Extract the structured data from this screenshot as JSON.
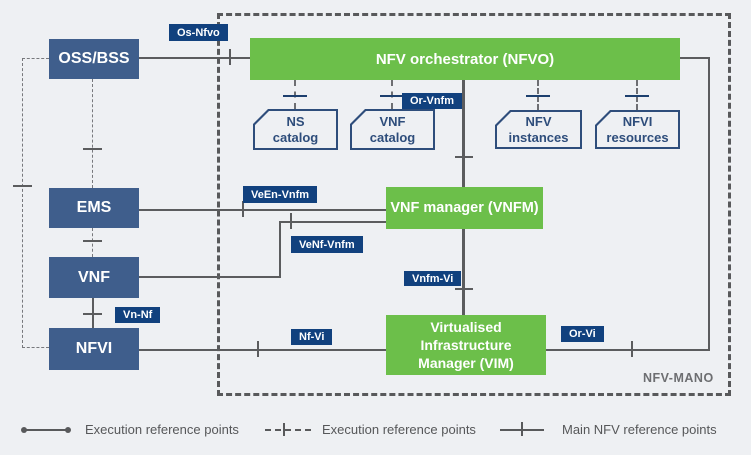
{
  "diagram": {
    "mano_label": "NFV-MANO",
    "boxes": {
      "oss_bss": "OSS/BSS",
      "ems": "EMS",
      "vnf": "VNF",
      "nfvi": "NFVI",
      "nfvo": "NFV orchestrator (NFVO)",
      "vnfm": "VNF manager (VNFM)",
      "vim_line1": "Virtualised",
      "vim_line2": "Infrastructure",
      "vim_line3": "Manager (VIM)"
    },
    "catalogs": [
      {
        "line1": "NS",
        "line2": "catalog"
      },
      {
        "line1": "VNF",
        "line2": "catalog"
      },
      {
        "line1": "NFV",
        "line2": "instances"
      },
      {
        "line1": "NFVI",
        "line2": "resources"
      }
    ],
    "ref_points": {
      "os_nfvo": "Os-Nfvo",
      "or_vnfm": "Or-Vnfm",
      "veen_vnfm": "VeEn-Vnfm",
      "venf_vnfm": "VeNf-Vnfm",
      "vn_nf": "Vn-Nf",
      "nf_vi": "Nf-Vi",
      "vnfm_vi": "Vnfm-Vi",
      "or_vi": "Or-Vi"
    },
    "colors": {
      "green": "#6cbf4a",
      "steel_blue": "#3f5e8c",
      "badge_navy": "#11417e",
      "catalog_navy": "#2e4d7b",
      "line_gray": "#5b5c5e",
      "background": "#eef0f3"
    }
  },
  "legend": {
    "items": [
      {
        "marker": "solid-line-dots",
        "label": "Execution reference points"
      },
      {
        "marker": "dashed-line-tick",
        "label": "Execution reference points"
      },
      {
        "marker": "solid-line-tick",
        "label": "Main NFV reference points"
      }
    ]
  }
}
